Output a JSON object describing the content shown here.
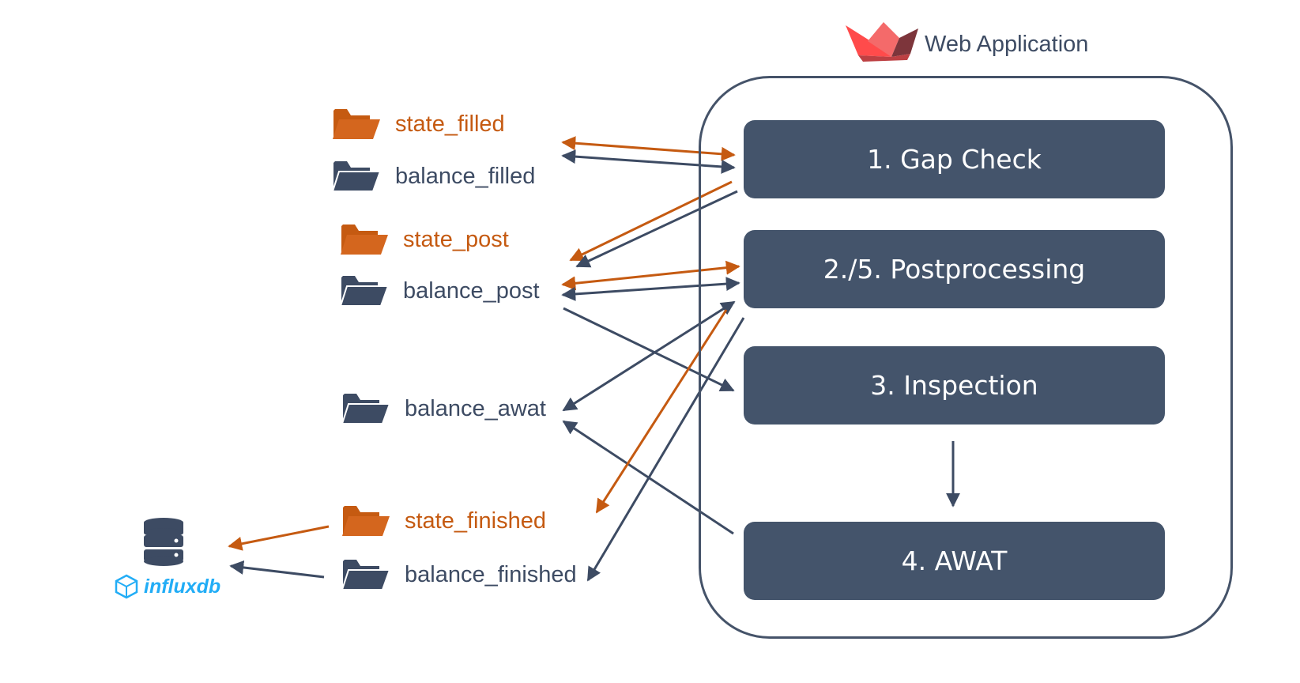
{
  "header": {
    "title": "Web Application",
    "logo_icon": "streamlit-crown-icon"
  },
  "steps": [
    {
      "id": "step-1",
      "label": "1. Gap Check"
    },
    {
      "id": "step-2",
      "label": "2./5. Postprocessing"
    },
    {
      "id": "step-3",
      "label": "3. Inspection"
    },
    {
      "id": "step-4",
      "label": "4. AWAT"
    }
  ],
  "folders": {
    "state_filled": {
      "label": "state_filled",
      "kind": "state"
    },
    "balance_filled": {
      "label": "balance_filled",
      "kind": "balance"
    },
    "state_post": {
      "label": "state_post",
      "kind": "state"
    },
    "balance_post": {
      "label": "balance_post",
      "kind": "balance"
    },
    "balance_awat": {
      "label": "balance_awat",
      "kind": "balance"
    },
    "state_finished": {
      "label": "state_finished",
      "kind": "state"
    },
    "balance_finished": {
      "label": "balance_finished",
      "kind": "balance"
    }
  },
  "database": {
    "label": "influxdb",
    "icon": "database-icon"
  },
  "colors": {
    "state": "#c55a11",
    "balance": "#3d4b63",
    "step_fill": "#44546b",
    "frame": "#455369",
    "influx": "#22adf6"
  },
  "connections": [
    {
      "from": "state_filled",
      "to": "step-1",
      "kind": "state",
      "direction": "both"
    },
    {
      "from": "balance_filled",
      "to": "step-1",
      "kind": "balance",
      "direction": "both"
    },
    {
      "from": "step-1",
      "to": "state_post",
      "kind": "state",
      "direction": "forward"
    },
    {
      "from": "step-1",
      "to": "balance_post",
      "kind": "balance",
      "direction": "forward"
    },
    {
      "from": "state_post",
      "to": "step-2",
      "kind": "state",
      "direction": "both"
    },
    {
      "from": "balance_post",
      "to": "step-2",
      "kind": "balance",
      "direction": "both"
    },
    {
      "from": "balance_post",
      "to": "step-3",
      "kind": "balance",
      "direction": "forward"
    },
    {
      "from": "step-2",
      "to": "balance_awat",
      "kind": "balance",
      "direction": "both"
    },
    {
      "from": "step-4",
      "to": "balance_awat",
      "kind": "balance",
      "direction": "forward"
    },
    {
      "from": "step-3",
      "to": "step-4",
      "kind": "balance",
      "direction": "forward"
    },
    {
      "from": "step-2",
      "to": "state_finished",
      "kind": "state",
      "direction": "forward"
    },
    {
      "from": "step-2",
      "to": "balance_finished",
      "kind": "balance",
      "direction": "forward"
    },
    {
      "from": "state_finished",
      "to": "influxdb",
      "kind": "state",
      "direction": "forward"
    },
    {
      "from": "balance_finished",
      "to": "influxdb",
      "kind": "balance",
      "direction": "forward"
    }
  ]
}
